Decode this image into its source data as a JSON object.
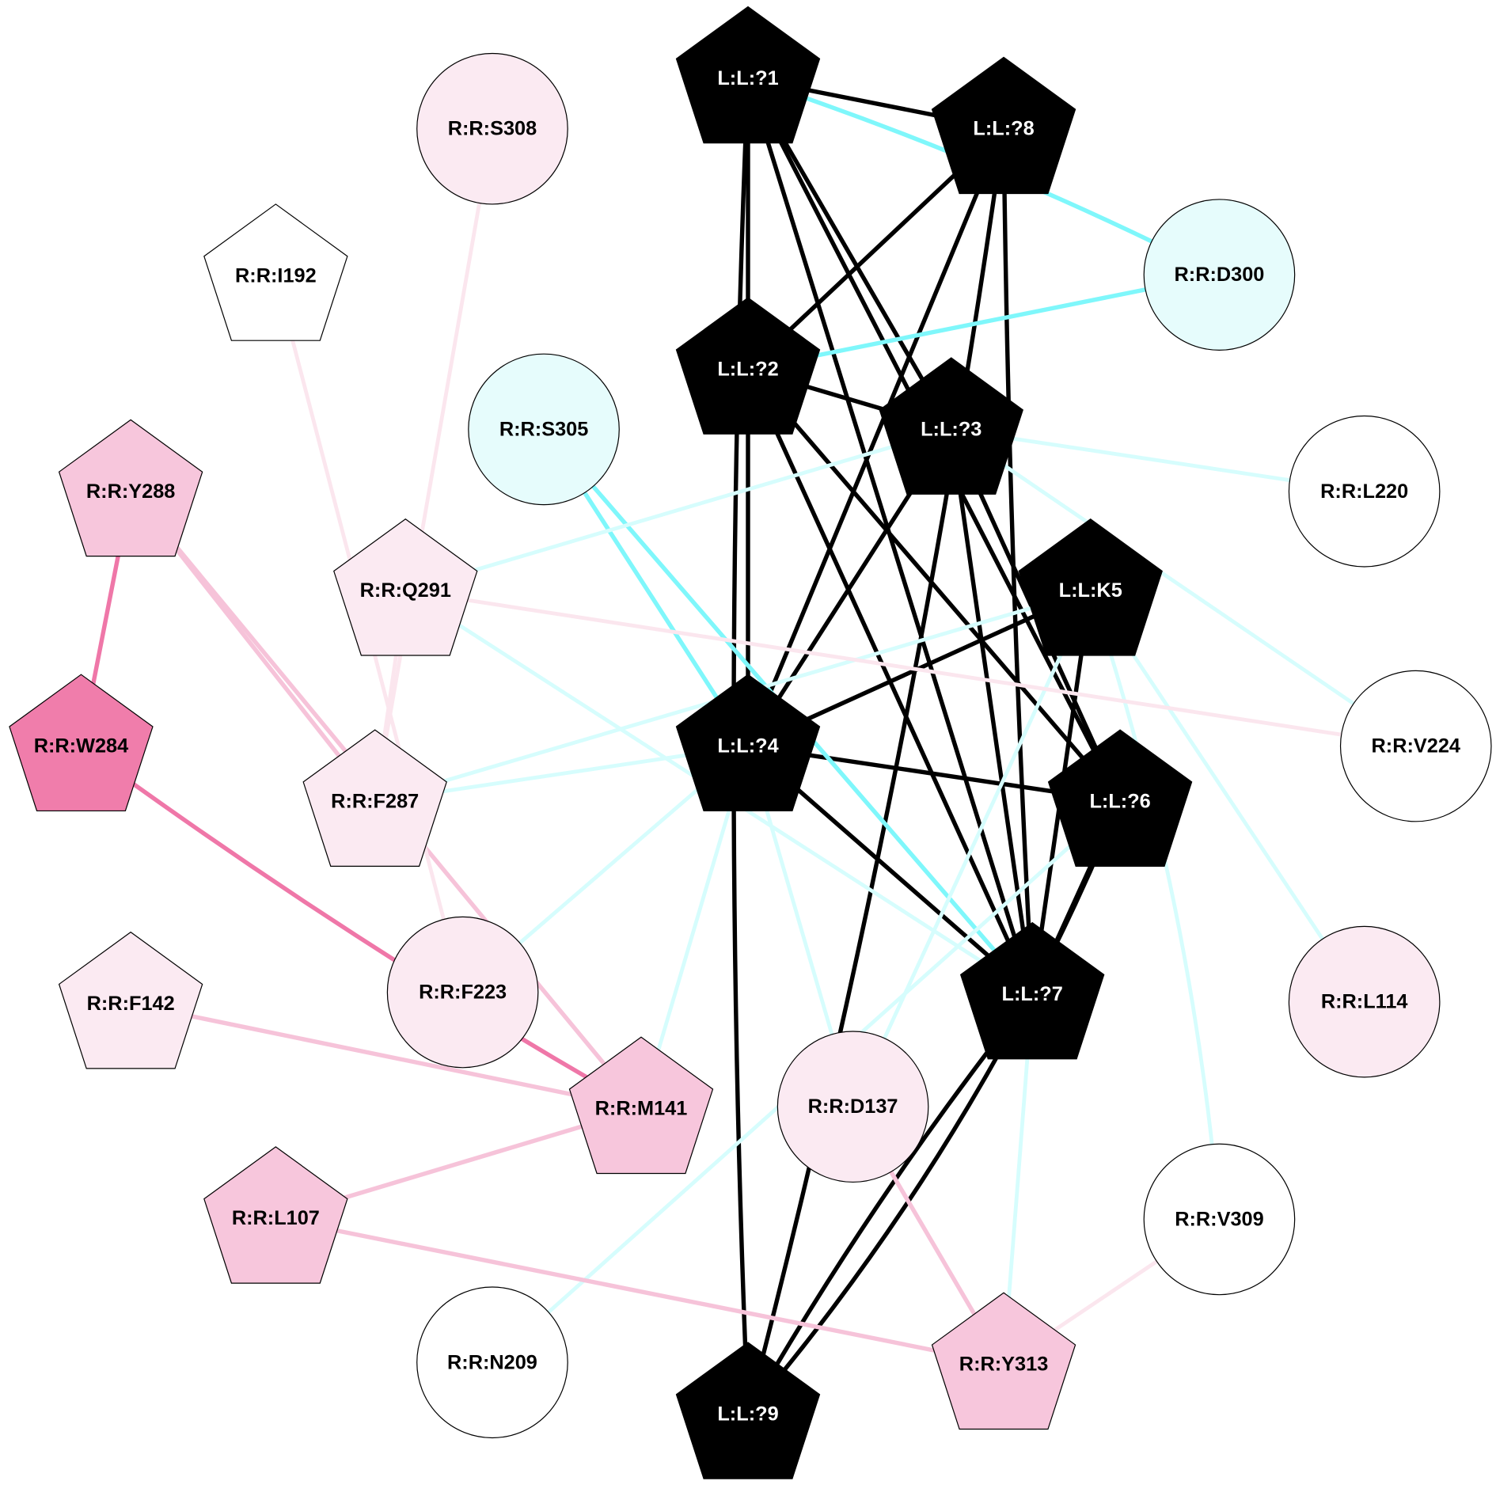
{
  "nodes": [
    {
      "id": "L1",
      "label": "L:L:?1",
      "shape": "pentagon",
      "fill": "#000000",
      "text": "#ffffff"
    },
    {
      "id": "L8",
      "label": "L:L:?8",
      "shape": "pentagon",
      "fill": "#000000",
      "text": "#ffffff"
    },
    {
      "id": "L2",
      "label": "L:L:?2",
      "shape": "pentagon",
      "fill": "#000000",
      "text": "#ffffff"
    },
    {
      "id": "L3",
      "label": "L:L:?3",
      "shape": "pentagon",
      "fill": "#000000",
      "text": "#ffffff"
    },
    {
      "id": "K5",
      "label": "L:L:K5",
      "shape": "pentagon",
      "fill": "#000000",
      "text": "#ffffff"
    },
    {
      "id": "L4",
      "label": "L:L:?4",
      "shape": "pentagon",
      "fill": "#000000",
      "text": "#ffffff"
    },
    {
      "id": "L6",
      "label": "L:L:?6",
      "shape": "pentagon",
      "fill": "#000000",
      "text": "#ffffff"
    },
    {
      "id": "L7",
      "label": "L:L:?7",
      "shape": "pentagon",
      "fill": "#000000",
      "text": "#ffffff"
    },
    {
      "id": "L9",
      "label": "L:L:?9",
      "shape": "pentagon",
      "fill": "#000000",
      "text": "#ffffff"
    },
    {
      "id": "S308",
      "label": "R:R:S308",
      "shape": "circle",
      "fill": "#fbeaf2",
      "text": "#000000"
    },
    {
      "id": "I192",
      "label": "R:R:I192",
      "shape": "pentagon",
      "fill": "#ffffff",
      "text": "#000000"
    },
    {
      "id": "D300",
      "label": "R:R:D300",
      "shape": "circle",
      "fill": "#e6fcfc",
      "text": "#000000"
    },
    {
      "id": "S305",
      "label": "R:R:S305",
      "shape": "circle",
      "fill": "#e6fcfc",
      "text": "#000000"
    },
    {
      "id": "Y288",
      "label": "R:R:Y288",
      "shape": "pentagon",
      "fill": "#f7c6dc",
      "text": "#000000"
    },
    {
      "id": "L220",
      "label": "R:R:L220",
      "shape": "circle",
      "fill": "#ffffff",
      "text": "#000000"
    },
    {
      "id": "Q291",
      "label": "R:R:Q291",
      "shape": "pentagon",
      "fill": "#fbeaf2",
      "text": "#000000"
    },
    {
      "id": "W284",
      "label": "R:R:W284",
      "shape": "pentagon",
      "fill": "#f07dab",
      "text": "#000000"
    },
    {
      "id": "V224",
      "label": "R:R:V224",
      "shape": "circle",
      "fill": "#ffffff",
      "text": "#000000"
    },
    {
      "id": "F287",
      "label": "R:R:F287",
      "shape": "pentagon",
      "fill": "#fbeaf2",
      "text": "#000000"
    },
    {
      "id": "F223",
      "label": "R:R:F223",
      "shape": "circle",
      "fill": "#fbeaf2",
      "text": "#000000"
    },
    {
      "id": "F142",
      "label": "R:R:F142",
      "shape": "pentagon",
      "fill": "#fbeaf2",
      "text": "#000000"
    },
    {
      "id": "L114",
      "label": "R:R:L114",
      "shape": "circle",
      "fill": "#fbeaf2",
      "text": "#000000"
    },
    {
      "id": "M141",
      "label": "R:R:M141",
      "shape": "pentagon",
      "fill": "#f7c6dc",
      "text": "#000000"
    },
    {
      "id": "D137",
      "label": "R:R:D137",
      "shape": "circle",
      "fill": "#fbeaf2",
      "text": "#000000"
    },
    {
      "id": "L107",
      "label": "R:R:L107",
      "shape": "pentagon",
      "fill": "#f7c6dc",
      "text": "#000000"
    },
    {
      "id": "V309",
      "label": "R:R:V309",
      "shape": "circle",
      "fill": "#ffffff",
      "text": "#000000"
    },
    {
      "id": "N209",
      "label": "R:R:N209",
      "shape": "circle",
      "fill": "#ffffff",
      "text": "#000000"
    },
    {
      "id": "Y313",
      "label": "R:R:Y313",
      "shape": "pentagon",
      "fill": "#f7c6dc",
      "text": "#000000"
    }
  ],
  "edges": [
    [
      "L1",
      "L8",
      "ligand"
    ],
    [
      "L1",
      "L2",
      "ligand"
    ],
    [
      "L1",
      "L3",
      "ligand"
    ],
    [
      "L1",
      "L6",
      "ligand"
    ],
    [
      "L1",
      "L7",
      "ligand"
    ],
    [
      "L1",
      "L9",
      "ligand"
    ],
    [
      "L8",
      "L2",
      "ligand"
    ],
    [
      "L8",
      "L4",
      "ligand"
    ],
    [
      "L8",
      "L7",
      "ligand"
    ],
    [
      "L2",
      "L4",
      "ligand"
    ],
    [
      "L2",
      "L3",
      "ligand"
    ],
    [
      "L2",
      "L6",
      "ligand"
    ],
    [
      "L2",
      "L7",
      "ligand"
    ],
    [
      "L3",
      "L4",
      "ligand"
    ],
    [
      "L3",
      "L7",
      "ligand"
    ],
    [
      "L3",
      "L6",
      "ligand"
    ],
    [
      "K5",
      "L4",
      "ligand"
    ],
    [
      "K5",
      "L7",
      "ligand"
    ],
    [
      "L4",
      "L6",
      "ligand"
    ],
    [
      "L4",
      "L7",
      "ligand"
    ],
    [
      "L6",
      "L7",
      "ligand"
    ],
    [
      "L6",
      "L9",
      "ligand"
    ],
    [
      "L7",
      "L9",
      "ligand"
    ],
    [
      "L8",
      "L9",
      "ligand"
    ],
    [
      "L1",
      "D300",
      "cyan-strong"
    ],
    [
      "L2",
      "D300",
      "cyan-strong"
    ],
    [
      "S305",
      "L4",
      "cyan-strong"
    ],
    [
      "S305",
      "L7",
      "cyan-strong"
    ],
    [
      "L3",
      "Q291",
      "cyan-light"
    ],
    [
      "L3",
      "L220",
      "cyan-light"
    ],
    [
      "L3",
      "V224",
      "cyan-light"
    ],
    [
      "Q291",
      "L7",
      "cyan-light"
    ],
    [
      "K5",
      "F287",
      "cyan-light"
    ],
    [
      "L4",
      "F287",
      "cyan-light"
    ],
    [
      "L4",
      "F223",
      "cyan-light"
    ],
    [
      "L4",
      "D137",
      "cyan-light"
    ],
    [
      "L4",
      "M141",
      "cyan-light"
    ],
    [
      "K5",
      "L114",
      "cyan-light"
    ],
    [
      "K5",
      "V309",
      "cyan-light"
    ],
    [
      "L6",
      "N209",
      "cyan-light"
    ],
    [
      "K5",
      "D137",
      "cyan-light"
    ],
    [
      "L7",
      "Y313",
      "cyan-light"
    ],
    [
      "Y288",
      "W284",
      "pink-strong"
    ],
    [
      "W284",
      "M141",
      "pink-strong"
    ],
    [
      "Y288",
      "F287",
      "pink"
    ],
    [
      "Y288",
      "M141",
      "pink"
    ],
    [
      "F142",
      "M141",
      "pink"
    ],
    [
      "M141",
      "L107",
      "pink"
    ],
    [
      "L107",
      "Y313",
      "pink"
    ],
    [
      "D137",
      "Y313",
      "pink"
    ],
    [
      "V309",
      "Y313",
      "pink-light"
    ],
    [
      "S308",
      "F287",
      "pink-light"
    ],
    [
      "I192",
      "F223",
      "pink-light"
    ],
    [
      "Q291",
      "F287",
      "pink-light"
    ],
    [
      "Q291",
      "V224",
      "pink-light"
    ]
  ]
}
